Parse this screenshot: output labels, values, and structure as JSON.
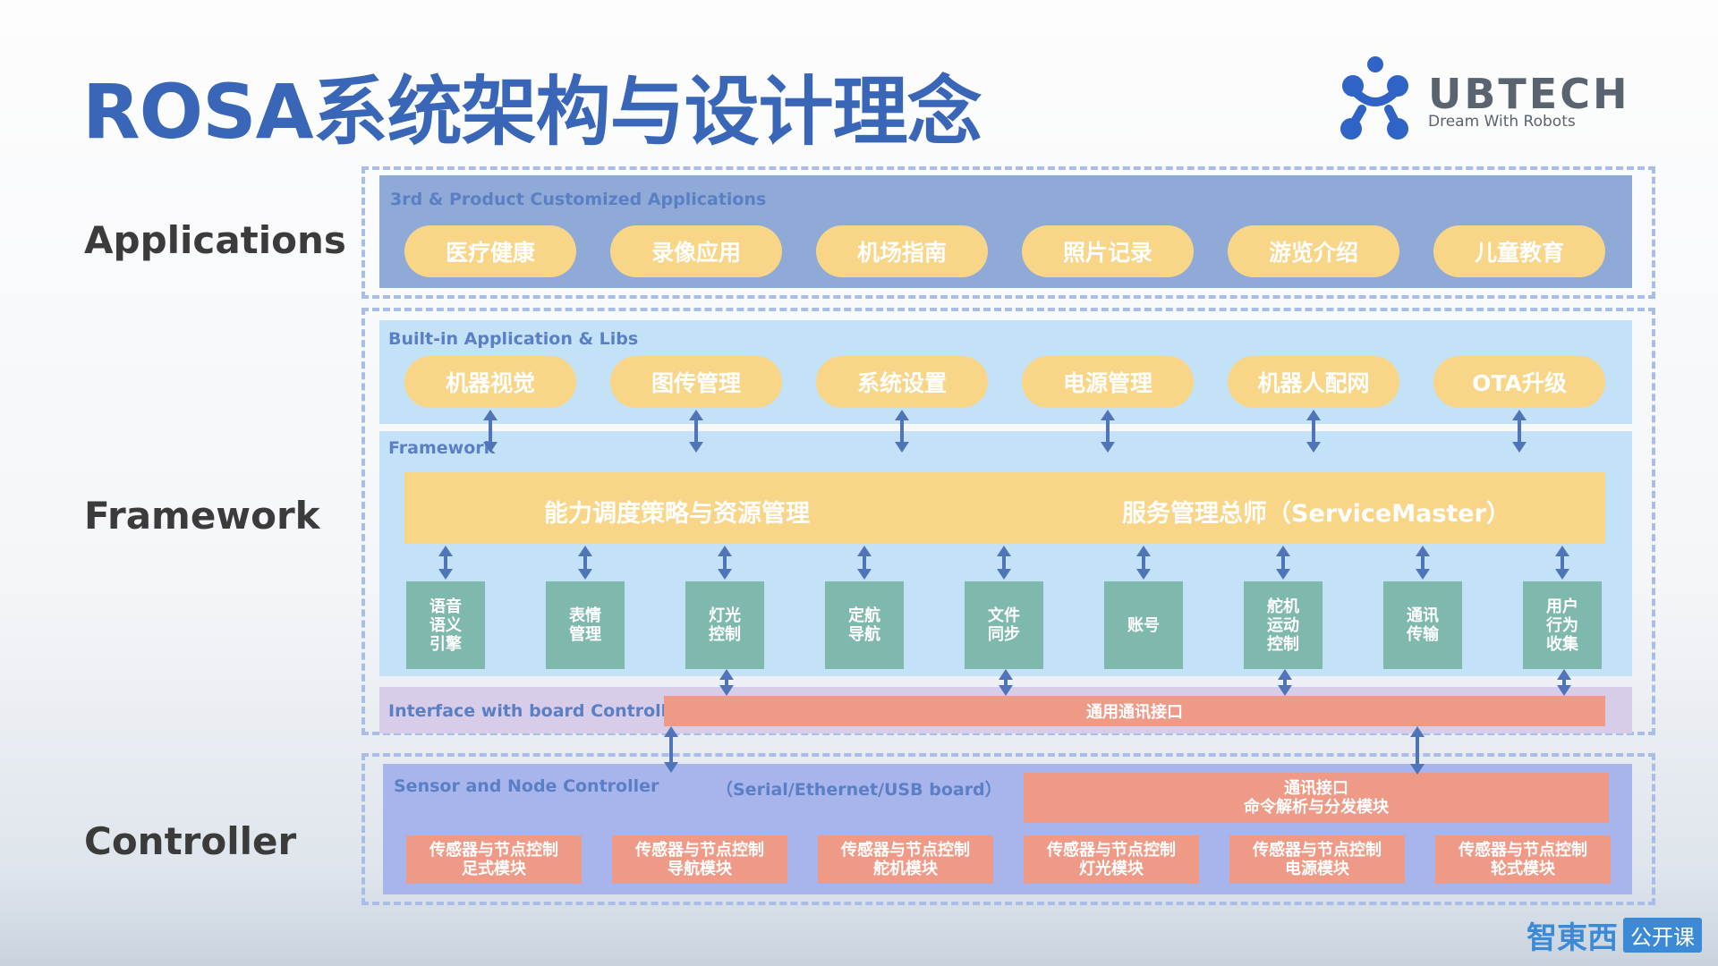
{
  "title": "ROSA系统架构与设计理念",
  "logo": {
    "word": "UBTECH",
    "tagline": "Dream With Robots"
  },
  "layers": {
    "applications": "Applications",
    "framework": "Framework",
    "controller": "Controller"
  },
  "apps": {
    "title": "3rd & Product Customized Applications",
    "items": [
      "医疗健康",
      "录像应用",
      "机场指南",
      "照片记录",
      "游览介绍",
      "儿童教育"
    ]
  },
  "builtin": {
    "title": "Built-in Application & Libs",
    "items": [
      "机器视觉",
      "图传管理",
      "系统设置",
      "电源管理",
      "机器人配网",
      "OTA升级"
    ]
  },
  "framework": {
    "title": "Framework",
    "bar_left": "能力调度策略与资源管理",
    "bar_right": "服务管理总师（ServiceMaster）",
    "modules": [
      "语音\n语义\n引擎",
      "表情\n管理",
      "灯光\n控制",
      "定航\n导航",
      "文件\n同步",
      "账号",
      "舵机\n运动\n控制",
      "通讯\n传输",
      "用户\n行为\n收集"
    ]
  },
  "interface": {
    "title": "Interface with board Controller",
    "bar": "通用通讯接口"
  },
  "controller": {
    "title": "Sensor and Node Controller",
    "subtitle": "（Serial/Ethernet/USB board）",
    "comm_box": "通讯接口\n命令解析与分发模块",
    "modules": [
      "传感器与节点控制\n足式模块",
      "传感器与节点控制\n导航模块",
      "传感器与节点控制\n舵机模块",
      "传感器与节点控制\n灯光模块",
      "传感器与节点控制\n电源模块",
      "传感器与节点控制\n轮式模块"
    ]
  },
  "watermark": {
    "brand": "智東西",
    "badge": "公开课"
  },
  "colors": {
    "title_blue": "#3a66b8",
    "pill_yellow": "#f8d587",
    "teal": "#7fb8ac",
    "salmon": "#ef9a86",
    "arrow": "#4f74b8",
    "apps_band": "#90aad7",
    "light_band": "#c4e2f7",
    "interface_band": "#d8cde8",
    "controller_band": "#a8b5ec"
  }
}
